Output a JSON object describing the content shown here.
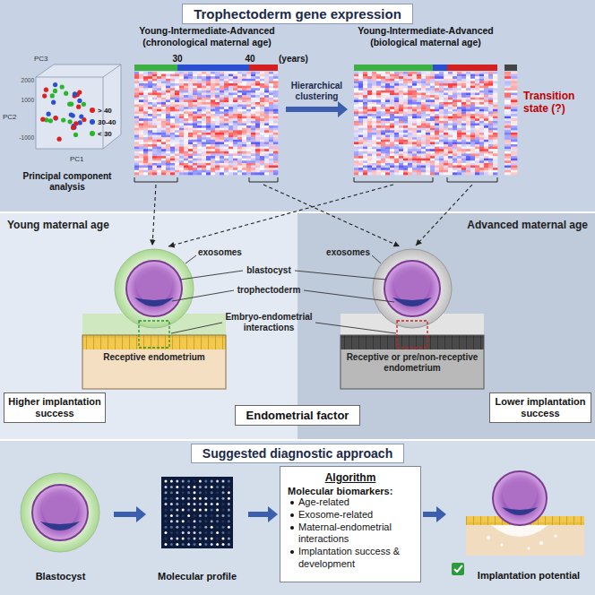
{
  "diagram": {
    "nodes": [
      {
        "text": [
          "Trophectoderm gene expression"
        ]
      },
      {
        "text": [
          "Principal component analysis"
        ],
        "in": 0
      },
      {
        "text": [
          "Young-Intermediate-Advanced (chronological maternal age)"
        ],
        "in": 0
      },
      {
        "text": [
          "Young-Intermediate-Advanced (biological maternal age)"
        ],
        "in": 0
      },
      {
        "text": [
          "Young maternal age"
        ]
      },
      {
        "text": [
          "Receptive endometrium"
        ],
        "in": 4
      },
      {
        "text": [
          "Higher implantation success"
        ],
        "in": 4
      },
      {
        "text": [
          "Advanced maternal age"
        ]
      },
      {
        "text": [
          "Receptive or pre/non-receptive endometrium"
        ],
        "in": 7
      },
      {
        "text": [
          "Lower implantation success"
        ],
        "in": 7
      },
      {
        "text": [
          "Endometrial factor"
        ]
      },
      {
        "text": [
          "Suggested diagnostic approach"
        ]
      },
      {
        "text": [
          "Blastocyst"
        ],
        "in": 11
      },
      {
        "text": [
          "Molecular profile"
        ],
        "in": 11
      },
      {
        "text": [
          "Algorithm",
          "Molecular biomarkers:",
          "Age-related",
          "Exosome-related",
          "Maternal-endometrial interactions",
          "Implantation success & development"
        ],
        "in": 11
      },
      {
        "text": [
          "Implantation potential"
        ],
        "in": 11
      }
    ],
    "edges": [
      {
        "from": 2,
        "to": 3,
        "label": "Hierarchical clustering",
        "arrow": "to"
      },
      {
        "from": 12,
        "to": 13,
        "arrow": "to"
      },
      {
        "from": 13,
        "to": 14,
        "arrow": "to"
      },
      {
        "from": 14,
        "to": 15,
        "arrow": "to"
      }
    ],
    "labels": [
      "30",
      "40",
      "(years)",
      "PC1",
      "PC2",
      "PC3",
      "2000",
      "1000",
      "-1000",
      "Transition state (?)",
      "exosomes",
      "blastocyst",
      "trophectoderm",
      "exosomes",
      "Embryo-endometrial interactions"
    ],
    "legend": [
      {
        "text": "> 40",
        "color": "#e0201c"
      },
      {
        "text": "30-40",
        "color": "#2a4fd0"
      },
      {
        "text": "< 30",
        "color": "#2bb52b"
      }
    ]
  }
}
